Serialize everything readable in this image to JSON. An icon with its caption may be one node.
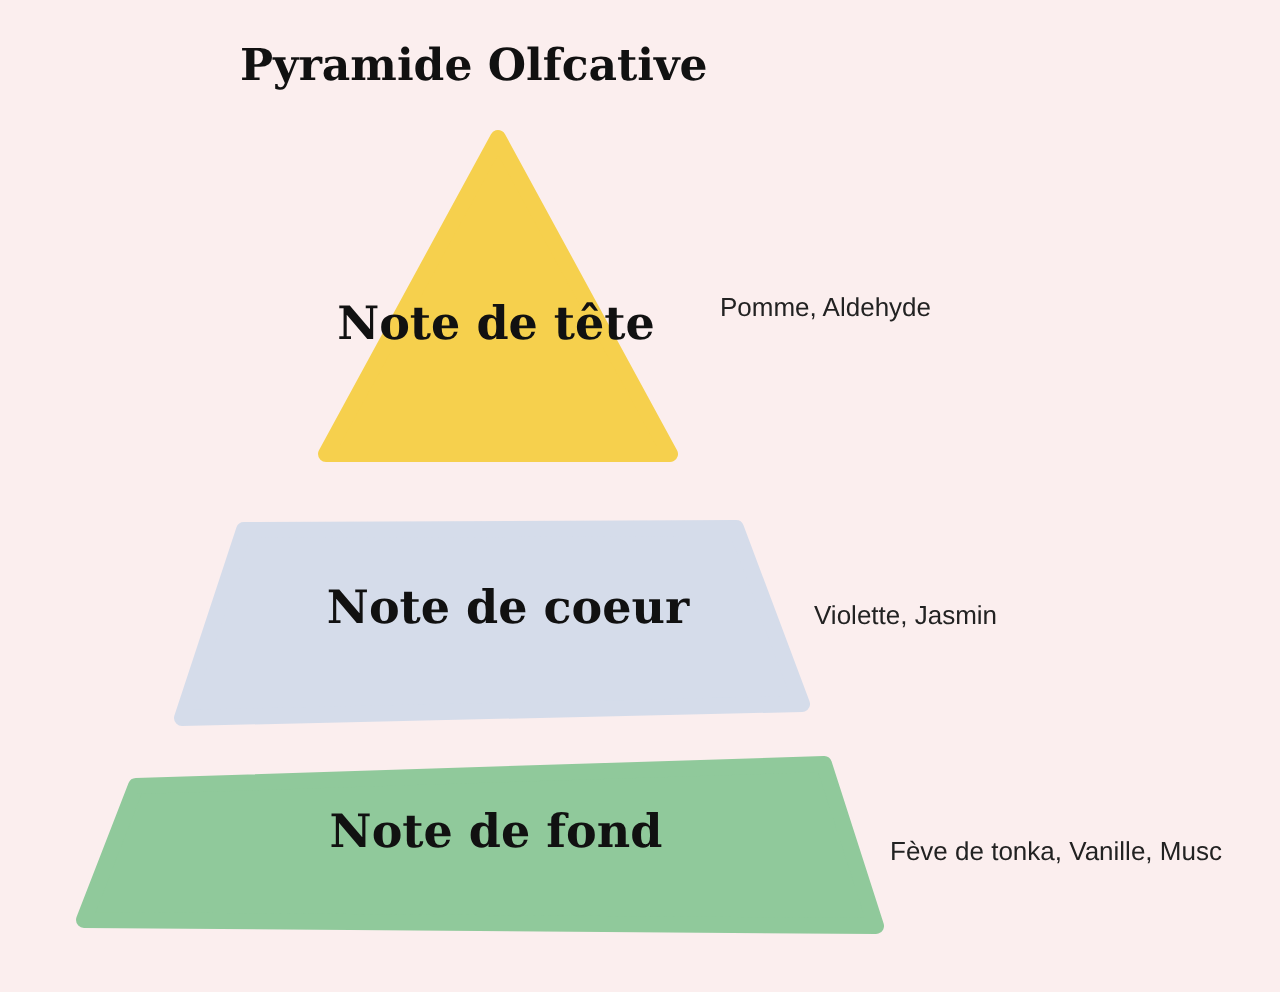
{
  "diagram": {
    "title": "Pyramide Olfcative",
    "nodes": [
      {
        "text": [
          "Note de tête"
        ],
        "beside": [
          "Pomme, Aldehyde"
        ]
      },
      {
        "text": [
          "Note de coeur"
        ],
        "beside": [
          "Violette, Jasmin"
        ]
      },
      {
        "text": [
          "Note de fond"
        ],
        "beside": [
          "Fève de tonka, Vanille, Musc"
        ]
      }
    ]
  }
}
